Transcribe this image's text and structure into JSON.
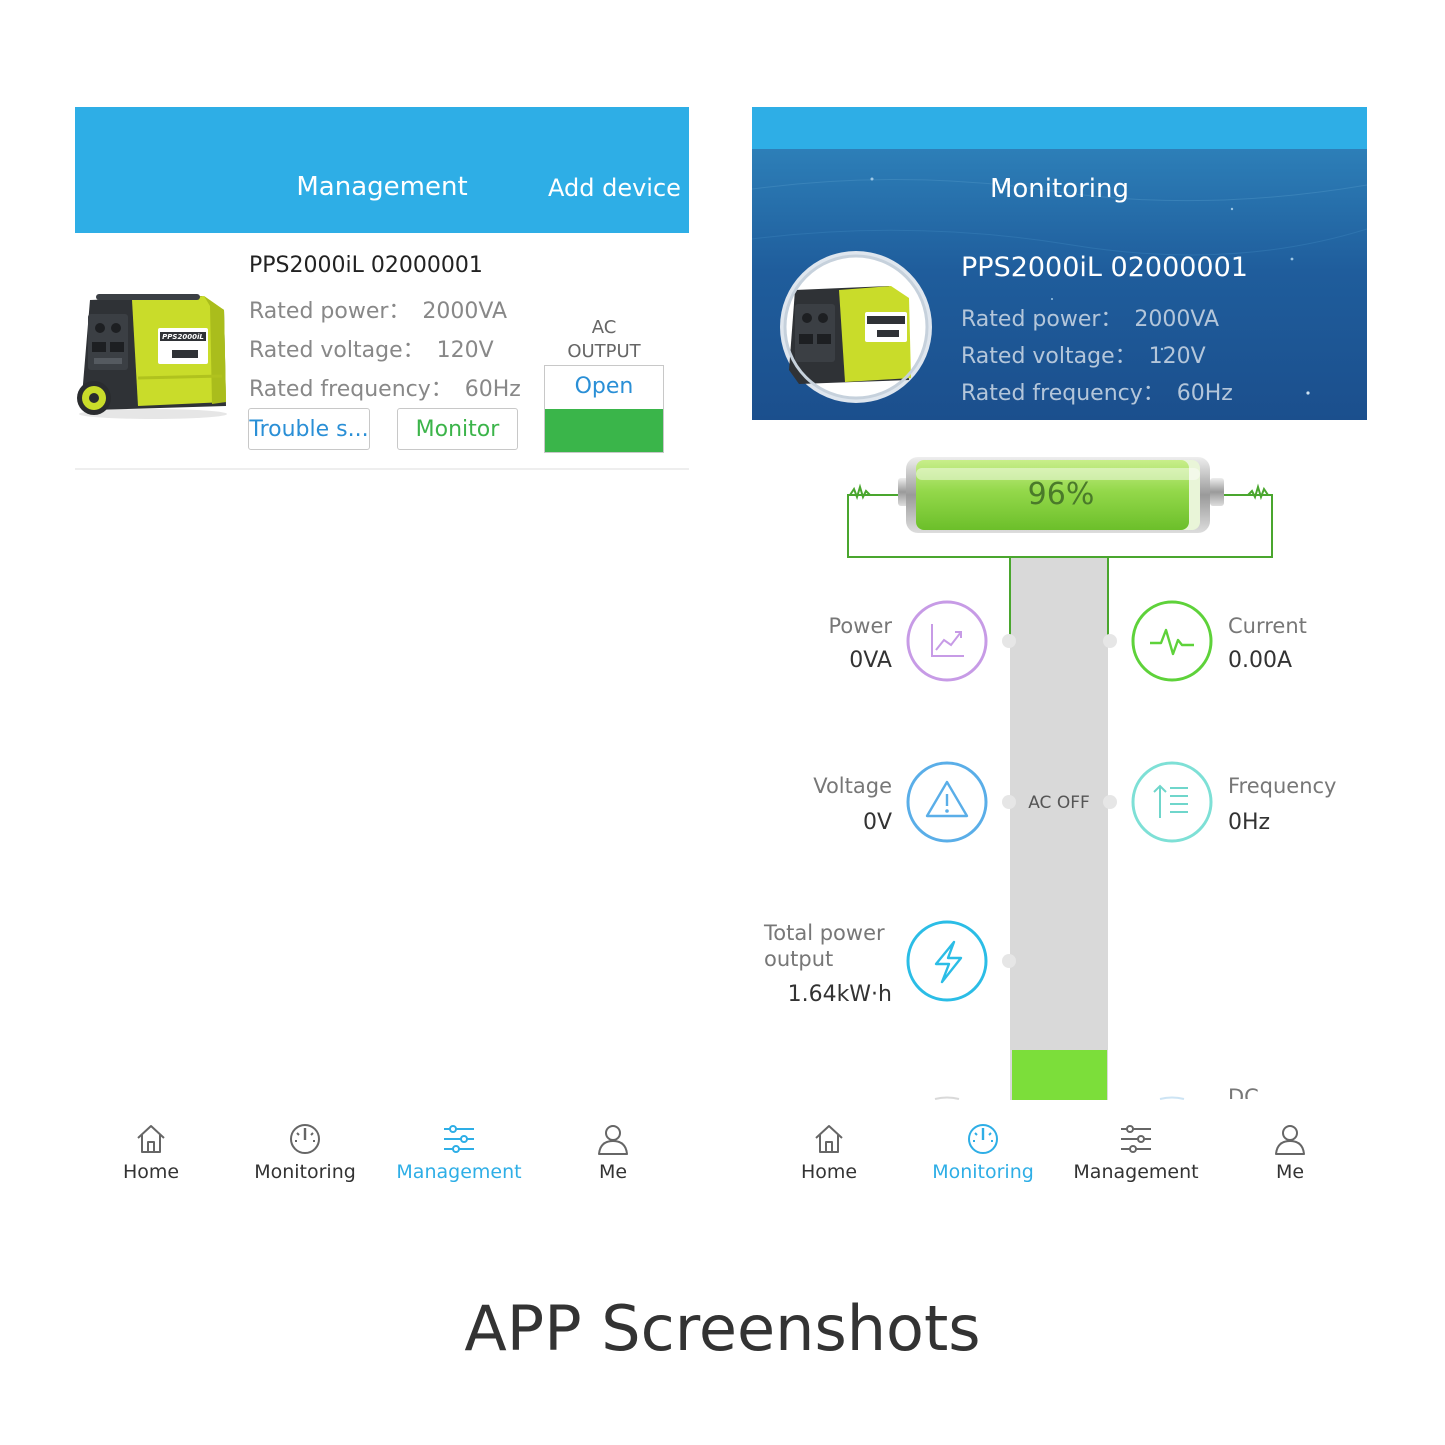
{
  "colors": {
    "header_blue": "#2eaee6",
    "accent_green": "#3ab54a",
    "link_blue": "#2a8fd6",
    "power_purple": "#c79be6",
    "current_green": "#5ed23a",
    "voltage_blue": "#5aaee8",
    "frequency_teal": "#7ee0d6",
    "energy_cyan": "#2bbde6"
  },
  "management": {
    "title": "Management",
    "add_device": "Add device",
    "device": {
      "name": "PPS2000iL 02000001",
      "rated_power_label": "Rated power：",
      "rated_power": "2000VA",
      "rated_voltage_label": "Rated voltage：",
      "rated_voltage": "120V",
      "rated_frequency_label": "Rated frequency：",
      "rated_frequency": "60Hz",
      "trouble_button": "Trouble s...",
      "monitor_button": "Monitor",
      "ac_output_label_1": "AC",
      "ac_output_label_2": "OUTPUT",
      "ac_output_action": "Open",
      "generator_brand_text": "PPS2000iL"
    },
    "nav": {
      "home": "Home",
      "monitoring": "Monitoring",
      "management": "Management",
      "me": "Me",
      "active": "management"
    }
  },
  "monitoring": {
    "title": "Monitoring",
    "device": {
      "name": "PPS2000iL 02000001",
      "rated_power_label": "Rated power：",
      "rated_power": "2000VA",
      "rated_voltage_label": "Rated voltage：",
      "rated_voltage": "120V",
      "rated_frequency_label": "Rated frequency：",
      "rated_frequency": "60Hz"
    },
    "battery_percent": "96%",
    "battery_level": 0.96,
    "ac_status": "AC OFF",
    "metrics": {
      "power": {
        "label": "Power",
        "value": "0VA",
        "icon": "chart-trend-icon"
      },
      "current": {
        "label": "Current",
        "value": "0.00A",
        "icon": "pulse-icon"
      },
      "voltage": {
        "label": "Voltage",
        "value": "0V",
        "icon": "warning-icon"
      },
      "frequency": {
        "label": "Frequency",
        "value": "0Hz",
        "icon": "sort-list-icon"
      },
      "total_output": {
        "label_1": "Total power",
        "label_2": "output",
        "value": "1.64kW·h",
        "icon": "lightning-icon"
      }
    },
    "dc_label_partial": "DC",
    "nav": {
      "home": "Home",
      "monitoring": "Monitoring",
      "management": "Management",
      "me": "Me",
      "active": "monitoring"
    }
  },
  "caption": "APP Screenshots"
}
